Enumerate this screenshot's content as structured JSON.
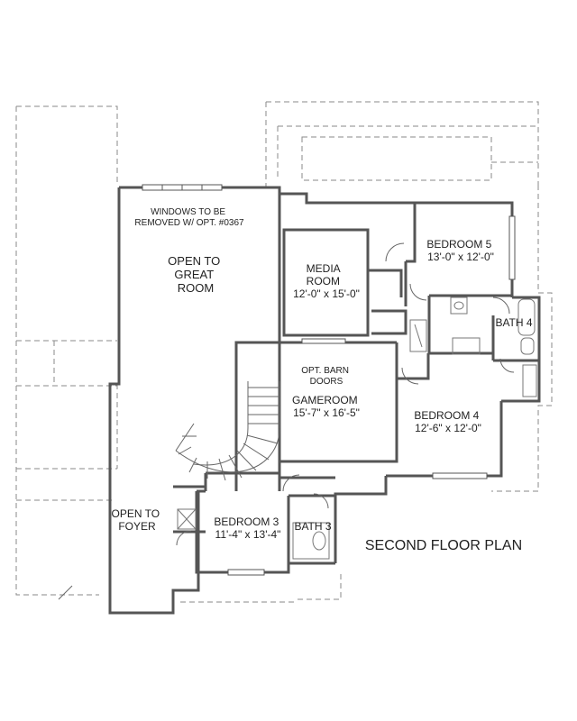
{
  "plan_title": "SECOND FLOOR PLAN",
  "notes": {
    "windows_line1": "WINDOWS TO BE",
    "windows_line2": "REMOVED W/ OPT. #0367",
    "barn_line1": "OPT. BARN",
    "barn_line2": "DOORS"
  },
  "rooms": {
    "open_great": {
      "line1": "OPEN TO",
      "line2": "GREAT",
      "line3": "ROOM"
    },
    "media": {
      "line1": "MEDIA",
      "line2": "ROOM",
      "dims": "12'-0\" x 15'-0\""
    },
    "bedroom5": {
      "name": "BEDROOM 5",
      "dims": "13'-0\" x 12'-0\""
    },
    "bath4": {
      "name": "BATH 4"
    },
    "gameroom": {
      "name": "GAMEROOM",
      "dims": "15'-7\" x 16'-5\""
    },
    "bedroom4": {
      "name": "BEDROOM 4",
      "dims": "12'-6\" x 12'-0\""
    },
    "open_foyer": {
      "line1": "OPEN TO",
      "line2": "FOYER"
    },
    "bedroom3": {
      "name": "BEDROOM 3",
      "dims": "11'-4\" x 13'-4\""
    },
    "bath3": {
      "name": "BATH 3"
    }
  }
}
